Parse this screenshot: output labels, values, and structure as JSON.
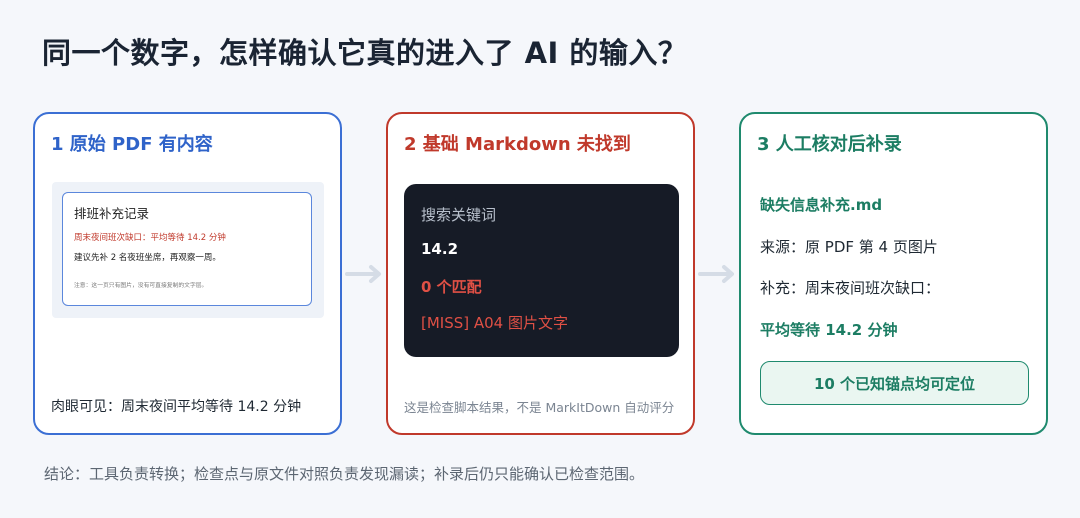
{
  "title": "同一个数字，怎样确认它真的进入了 AI 的输入？",
  "card1": {
    "title": "1  原始 PDF 有内容",
    "pdf": {
      "title": "排班补充记录",
      "alert": "周末夜间班次缺口：平均等待 14.2 分钟",
      "line": "建议先补 2 名夜班坐席，再观察一周。",
      "note": "注意：这一页只有图片，没有可直接复制的文字层。"
    },
    "footer": "肉眼可见：周末夜间平均等待 14.2 分钟"
  },
  "card2": {
    "title": "2  基础 Markdown 未找到",
    "terminal": {
      "label": "搜索关键词",
      "query": "14.2",
      "count": "0 个匹配",
      "miss": "[MISS] A04  图片文字"
    },
    "note": "这是检查脚本结果，不是 MarkItDown 自动评分"
  },
  "card3": {
    "title": "3  人工核对后补录",
    "file": "缺失信息补充.md",
    "source": "来源：原 PDF 第 4 页图片",
    "supplement": "补充：周末夜间班次缺口：",
    "value": "平均等待 14.2 分钟",
    "badge": "10 个已知锚点均可定位"
  },
  "conclusion": "结论：工具负责转换；检查点与原文件对照负责发现漏读；补录后仍只能确认已检查范围。",
  "colors": {
    "blue": "#3b6fd4",
    "red": "#c0392b",
    "green": "#1f8a6e",
    "terminal_bg": "#161b26",
    "arrow": "#d5dce6"
  },
  "icons": [
    "arrow-right-icon"
  ]
}
